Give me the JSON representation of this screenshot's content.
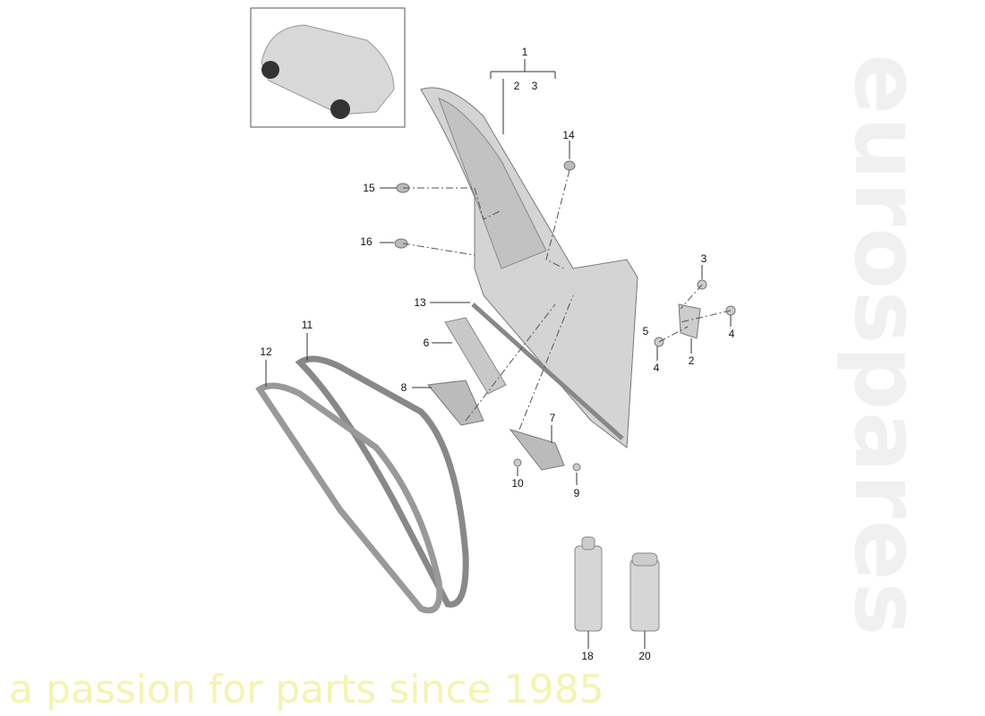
{
  "watermark": {
    "brand": "eurospares",
    "slogan": "a passion for parts since 1985"
  },
  "labels": {
    "l1": "1",
    "l2a": "2",
    "l3a": "3",
    "l14": "14",
    "l15": "15",
    "l16": "16",
    "l3b": "3",
    "l5": "5",
    "l4a": "4",
    "l4b": "4",
    "l2b": "2",
    "l13": "13",
    "l6": "6",
    "l8": "8",
    "l11": "11",
    "l12": "12",
    "l7": "7",
    "l10": "10",
    "l9": "9",
    "l18": "18",
    "l20": "20"
  }
}
